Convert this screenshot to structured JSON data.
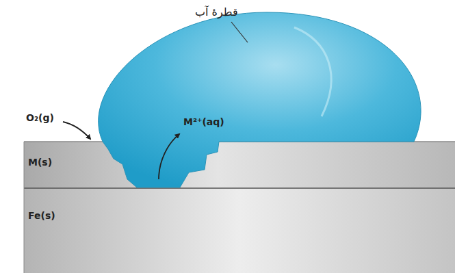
{
  "diagram": {
    "nodes": [
      {
        "text": [
          "M(s)"
        ]
      },
      {
        "text": [
          "Fe(s)"
        ]
      }
    ],
    "labels": [
      "قطرهٔ آب",
      "O₂(g)",
      "M²⁺(aq)"
    ]
  }
}
